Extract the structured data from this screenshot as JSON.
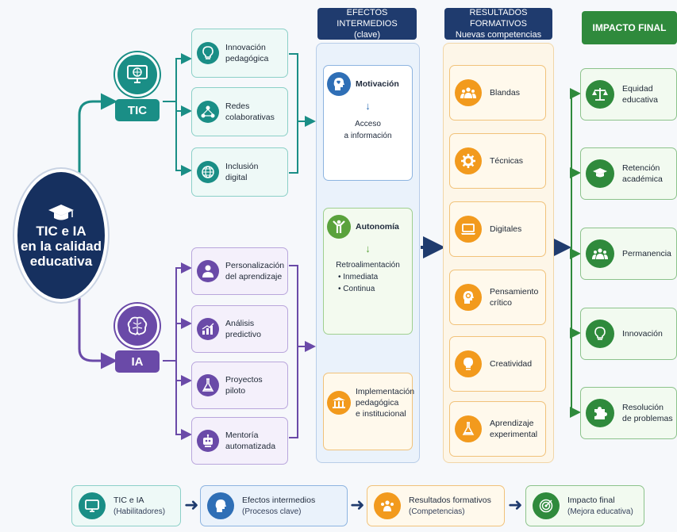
{
  "main": {
    "title": "TIC e IA\nen la calidad\neducativa"
  },
  "hubs": {
    "tic": "TIC",
    "ia": "IA"
  },
  "tic_items": [
    "Innovación\npedagógica",
    "Redes\ncolaborativas",
    "Inclusión\ndigital"
  ],
  "ia_items": [
    "Personalización\ndel aprendizaje",
    "Análisis\npredictivo",
    "Proyectos\npiloto",
    "Mentoría\nautomatizada"
  ],
  "headers": {
    "efectos": "EFECTOS INTERMEDIOS\n(clave)",
    "resultados": "RESULTADOS FORMATIVOS\nNuevas competencias",
    "impacto": "IMPACTO FINAL"
  },
  "efectos": {
    "motivacion": "Motivación",
    "acceso": "Acceso\na información",
    "autonomia": "Autonomía",
    "retro": "Retroalimentación",
    "retro_items": "• Inmediata\n• Continua",
    "implementacion": "Implementación\npedagógica\ne institucional"
  },
  "resultados": [
    "Blandas",
    "Técnicas",
    "Digitales",
    "Pensamiento\ncrítico",
    "Creatividad",
    "Aprendizaje\nexperimental"
  ],
  "impacto": [
    "Equidad\neducativa",
    "Retención\nacadémica",
    "Permanencia",
    "Innovación",
    "Resolución\nde problemas"
  ],
  "footer": [
    {
      "title": "TIC e IA",
      "sub": "(Habilitadores)"
    },
    {
      "title": "Efectos intermedios",
      "sub": "(Procesos clave)"
    },
    {
      "title": "Resultados formativos",
      "sub": "(Competencias)"
    },
    {
      "title": "Impacto final",
      "sub": "(Mejora educativa)"
    }
  ],
  "colors": {
    "navy": "#16305f",
    "teal": "#1a8e86",
    "purple": "#6a4aa8",
    "blue": "#2f6fb6",
    "orange": "#f29a1d",
    "green": "#2f8a3c"
  }
}
